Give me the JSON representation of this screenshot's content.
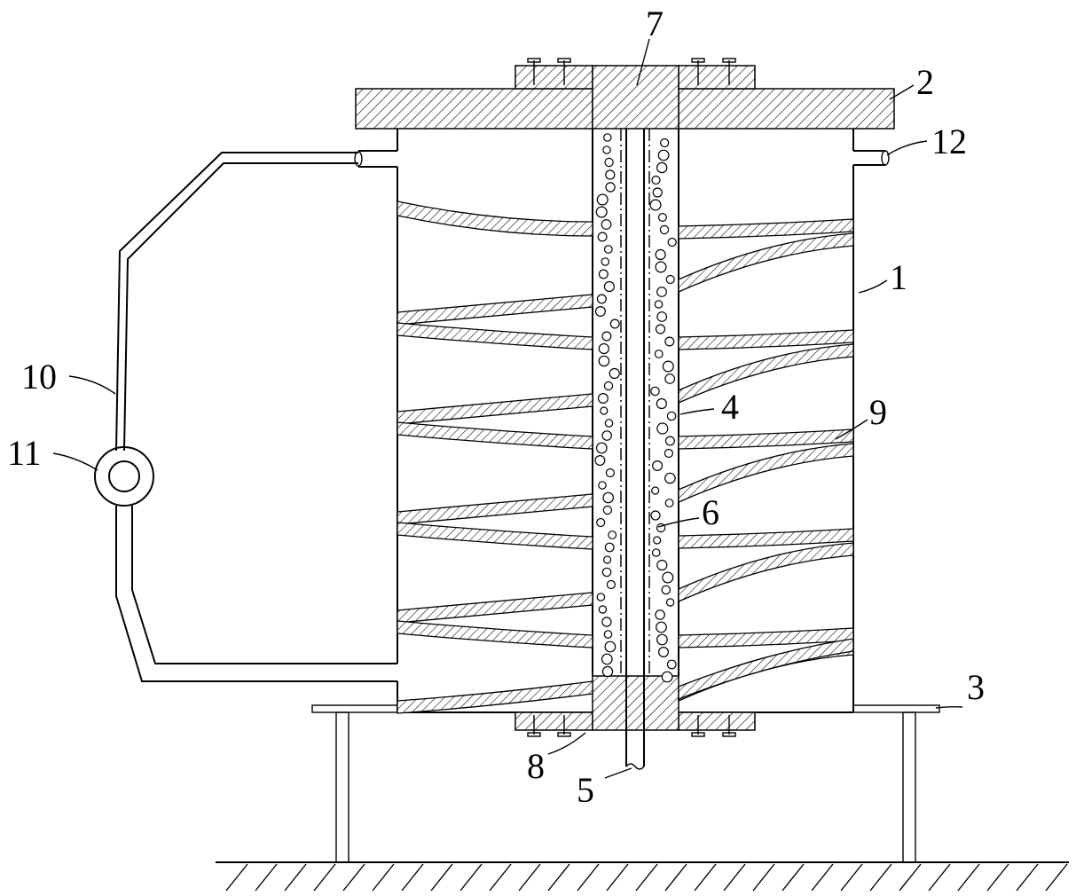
{
  "labels": {
    "body": "1",
    "top_cover": "2",
    "support": "3",
    "inner_tube": "4",
    "shaft": "5",
    "hole": "6",
    "top_seal": "7",
    "bottom_seal": "8",
    "spiral_blade": "9",
    "return_pipe": "10",
    "pump": "11",
    "outlet": "12"
  }
}
